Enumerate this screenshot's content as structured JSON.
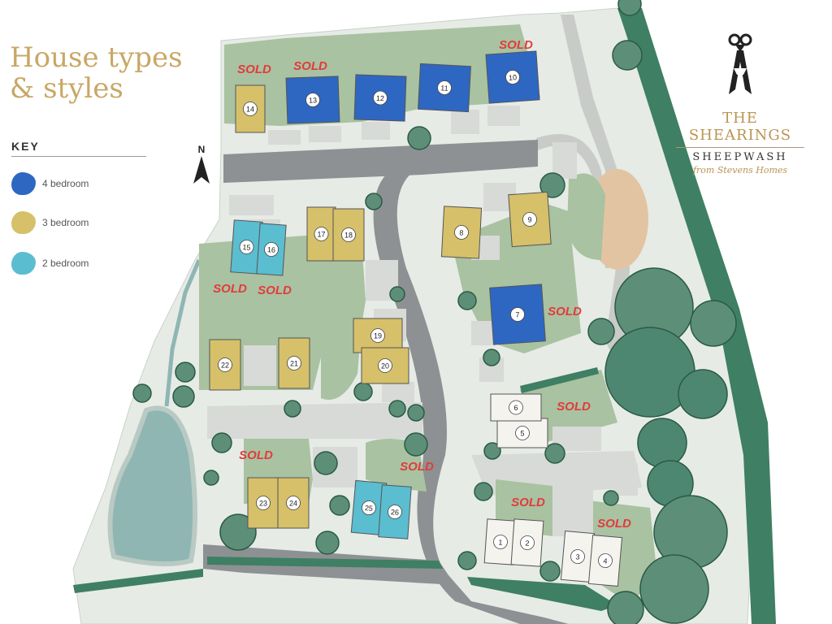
{
  "title": {
    "line1": "House types",
    "line2": "& styles"
  },
  "brand": {
    "name": "THE SHEARINGS",
    "sub": "SHEEPWASH",
    "by": "from Stevens Homes"
  },
  "key": {
    "heading": "KEY",
    "items": [
      {
        "label": "4 bedroom",
        "color": "#2e67c2"
      },
      {
        "label": "3 bedroom",
        "color": "#d6c06a"
      },
      {
        "label": "2 bedroom",
        "color": "#5bbdd0"
      }
    ]
  },
  "north_label": "N",
  "sold_label": "SOLD",
  "colors": {
    "ground": "#e6ebe6",
    "road": "#8e9193",
    "garden": "#a9c2a1",
    "tree": "#3f7f64",
    "pond": "#8fb6b2",
    "sold": "#e23b3b",
    "unassigned": "#f4f3ee",
    "sand": "#e2c4a3"
  },
  "plots": [
    {
      "num": "1",
      "type": "unassigned"
    },
    {
      "num": "2",
      "type": "unassigned"
    },
    {
      "num": "3",
      "type": "unassigned"
    },
    {
      "num": "4",
      "type": "unassigned"
    },
    {
      "num": "5",
      "type": "unassigned"
    },
    {
      "num": "6",
      "type": "unassigned"
    },
    {
      "num": "7",
      "type": "4 bedroom"
    },
    {
      "num": "8",
      "type": "3 bedroom"
    },
    {
      "num": "9",
      "type": "3 bedroom"
    },
    {
      "num": "10",
      "type": "4 bedroom"
    },
    {
      "num": "11",
      "type": "4 bedroom"
    },
    {
      "num": "12",
      "type": "4 bedroom"
    },
    {
      "num": "13",
      "type": "4 bedroom"
    },
    {
      "num": "14",
      "type": "3 bedroom"
    },
    {
      "num": "15",
      "type": "2 bedroom"
    },
    {
      "num": "16",
      "type": "2 bedroom"
    },
    {
      "num": "17",
      "type": "3 bedroom"
    },
    {
      "num": "18",
      "type": "3 bedroom"
    },
    {
      "num": "19",
      "type": "3 bedroom"
    },
    {
      "num": "20",
      "type": "3 bedroom"
    },
    {
      "num": "21",
      "type": "3 bedroom"
    },
    {
      "num": "22",
      "type": "3 bedroom"
    },
    {
      "num": "23",
      "type": "3 bedroom"
    },
    {
      "num": "24",
      "type": "3 bedroom"
    },
    {
      "num": "25",
      "type": "2 bedroom"
    },
    {
      "num": "26",
      "type": "2 bedroom"
    }
  ]
}
